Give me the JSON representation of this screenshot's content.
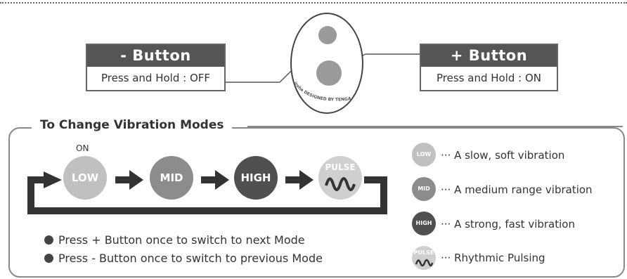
{
  "minus_button": {
    "title": "- Button",
    "action": "Press and Hold : OFF"
  },
  "plus_button": {
    "title": "+ Button",
    "action": "Press and Hold : ON"
  },
  "device": {
    "engraving": "iroha DESIGNED BY TENGA"
  },
  "modes_panel": {
    "title": "To Change Vibration Modes",
    "on_label": "ON",
    "modes": [
      "LOW",
      "MID",
      "HIGH",
      "PULSE"
    ],
    "instructions": [
      "Press + Button once to switch to next Mode",
      "Press  - Button once to switch to previous Mode"
    ]
  },
  "legend": [
    {
      "icon": "LOW",
      "text": "··· A slow, soft vibration",
      "color": "#c0c0c0"
    },
    {
      "icon": "MID",
      "text": "··· A medium range vibration",
      "color": "#8c8c8c"
    },
    {
      "icon": "HIGH",
      "text": "··· A strong, fast vibration",
      "color": "#505050"
    },
    {
      "icon": "PULSE",
      "text": "··· Rhythmic Pulsing",
      "color": "#cfcfcf"
    }
  ]
}
